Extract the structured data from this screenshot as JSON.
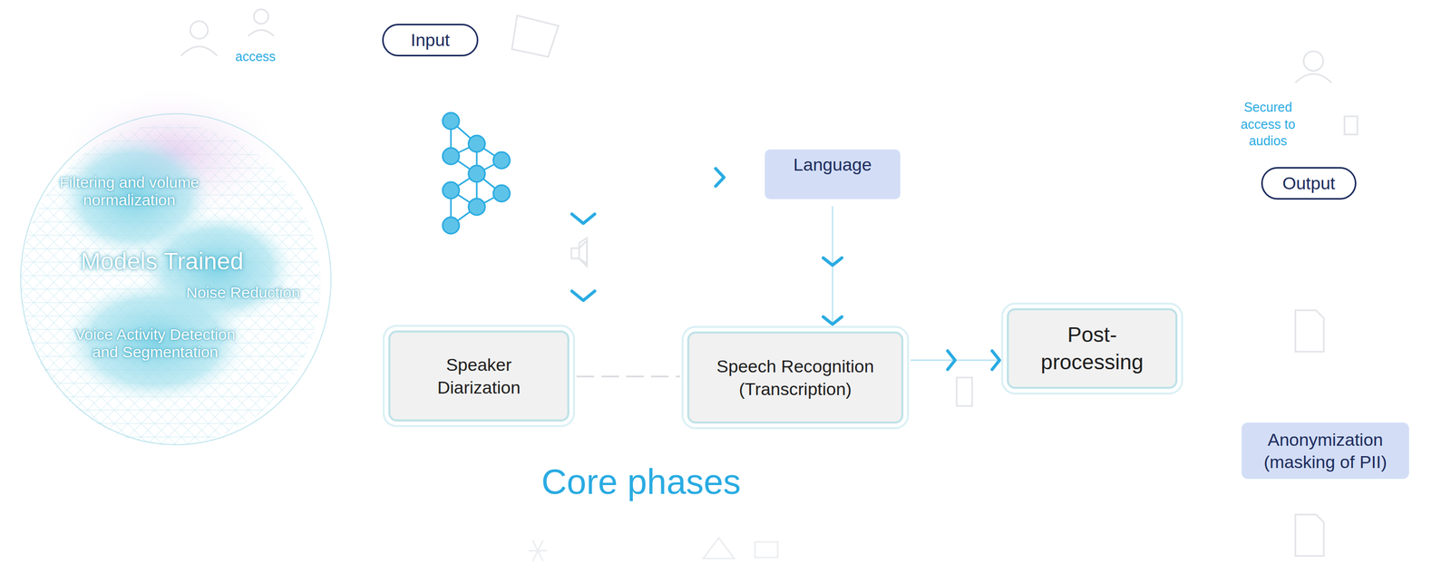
{
  "diagram": {
    "nodes": [
      {
        "text": [
          "Input"
        ]
      },
      {
        "text": [
          "Language"
        ]
      },
      {
        "text": [
          "Output"
        ]
      },
      {
        "text": [
          "Speaker Diarization"
        ]
      },
      {
        "text": [
          "Speech Recognition (Transcription)"
        ]
      },
      {
        "text": [
          "Post-processing"
        ]
      },
      {
        "text": [
          "Anonymization (masking of PII)"
        ]
      }
    ],
    "edges": [
      {
        "from": 1,
        "to": 4,
        "arrow": "to"
      },
      {
        "from": 3,
        "to": 4,
        "arrow": "none"
      },
      {
        "from": 4,
        "to": 5,
        "arrow": "to"
      }
    ],
    "labels": [
      "access",
      "Secured access to audios",
      "Filtering and volume normalization",
      "Models Trained",
      "Noise Reduction",
      "Voice Activity Detection and Segmentation",
      "Core phases"
    ]
  }
}
